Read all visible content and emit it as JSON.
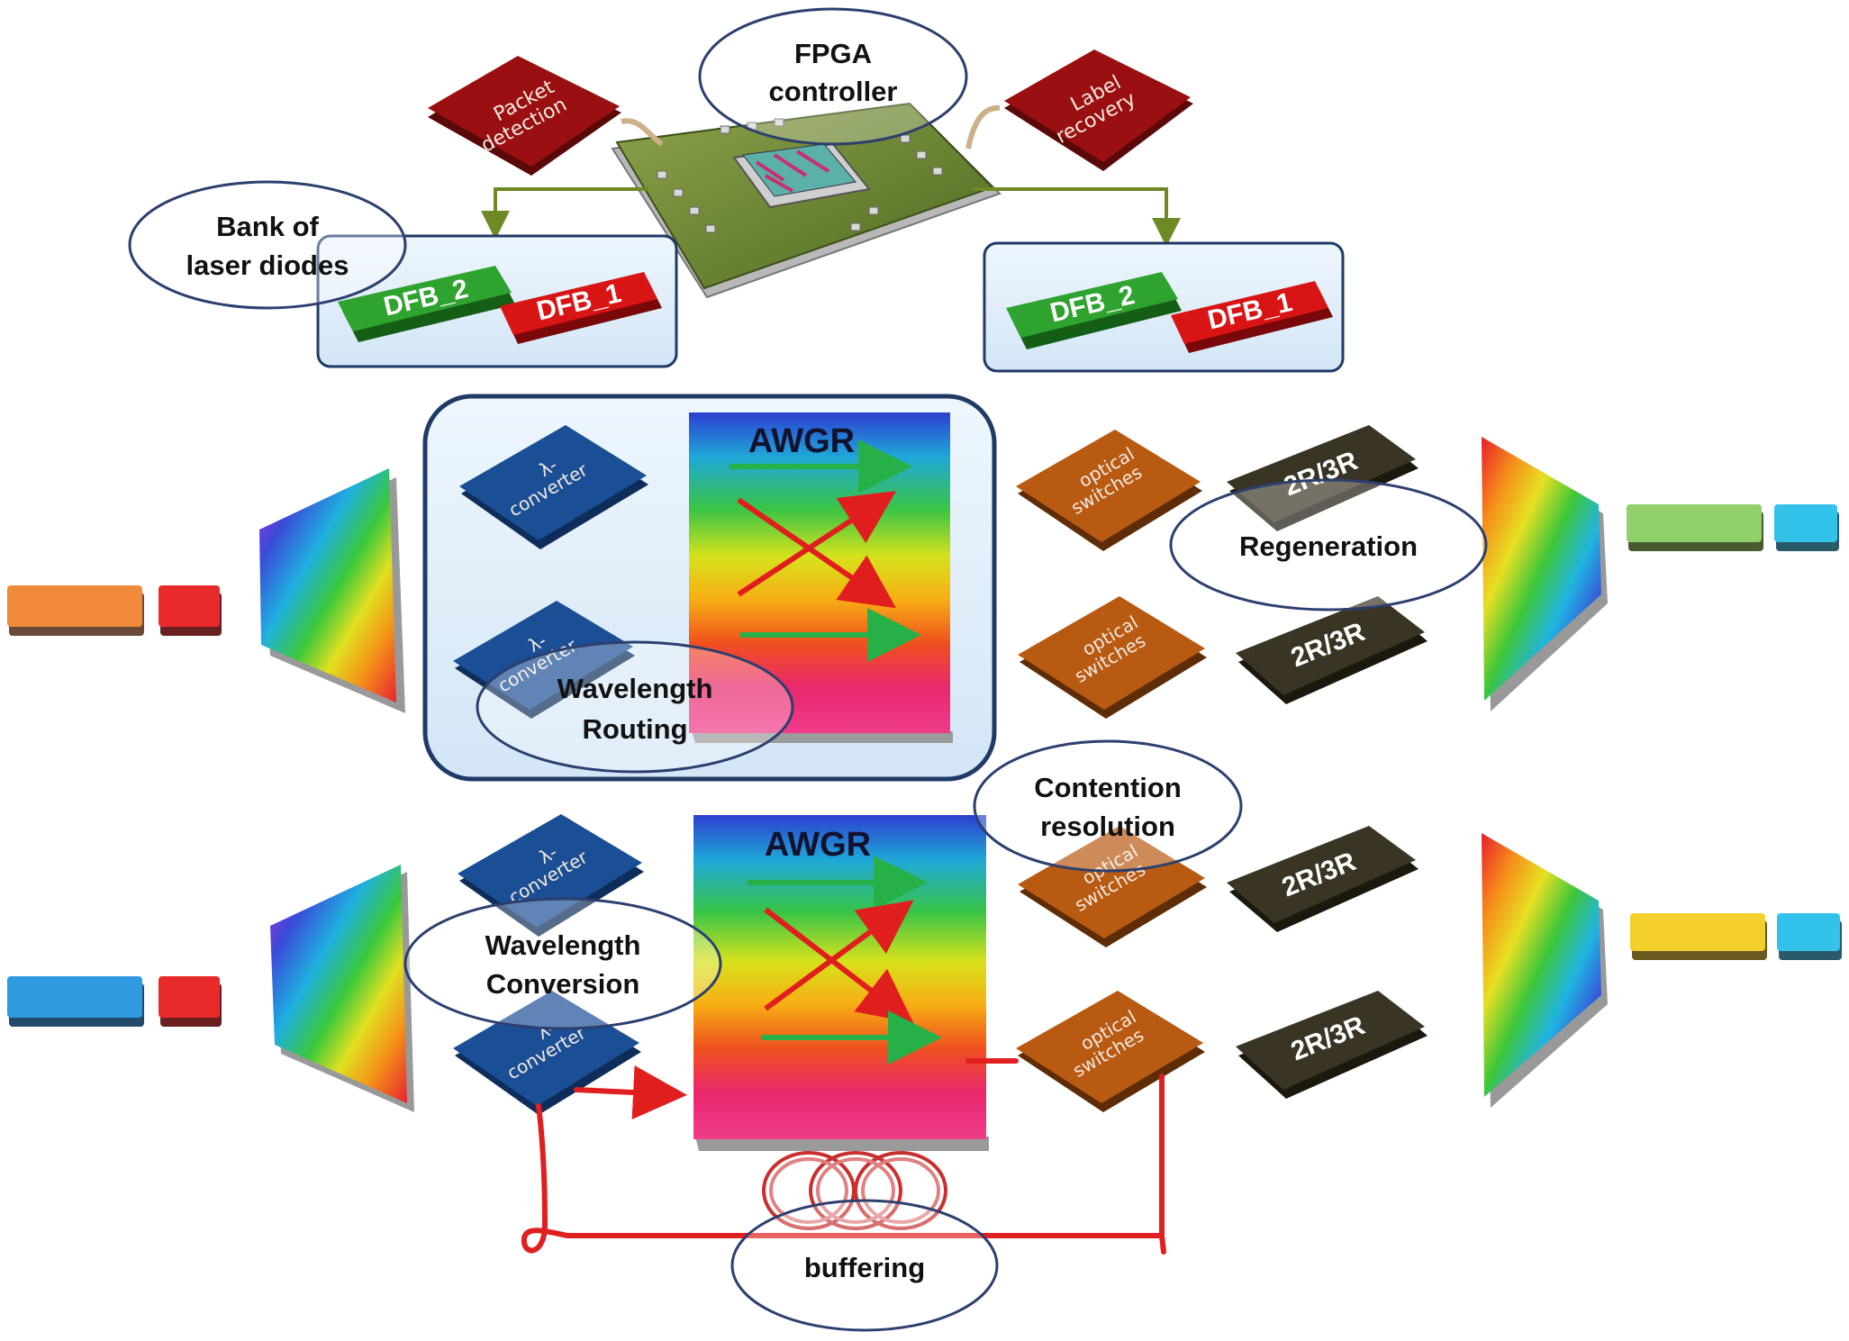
{
  "fpga": {
    "label_line1": "FPGA",
    "label_line2": "controller"
  },
  "packet_detection": {
    "line1": "Packet",
    "line2": "detection"
  },
  "label_recovery": {
    "line1": "Label",
    "line2": "recovery"
  },
  "laser_bank": {
    "label_line1": "Bank of",
    "label_line2": "laser diodes",
    "dfb_green": "DFB_2",
    "dfb_red": "DFB_1"
  },
  "awgr": {
    "title": "AWGR"
  },
  "converter": {
    "line1": "λ-",
    "line2": "converter"
  },
  "optical_switch": {
    "line1": "optical",
    "line2": "switches"
  },
  "regen_block": {
    "label": "2R/3R"
  },
  "annotations": {
    "wavelength_routing_1": "Wavelength",
    "wavelength_routing_2": "Routing",
    "wavelength_conversion_1": "Wavelength",
    "wavelength_conversion_2": "Conversion",
    "regeneration": "Regeneration",
    "contention_1": "Contention",
    "contention_2": "resolution",
    "buffering": "buffering"
  },
  "colors": {
    "dark_red": "#9a1010",
    "dfb_green": "#2fa32f",
    "dfb_red": "#d81414",
    "converter_blue": "#1a4f95",
    "switch_orange": "#b85a12",
    "regen_dark": "#3a3424",
    "ellipse_stroke": "#2c3f6e",
    "buffer_red": "#e02020"
  }
}
